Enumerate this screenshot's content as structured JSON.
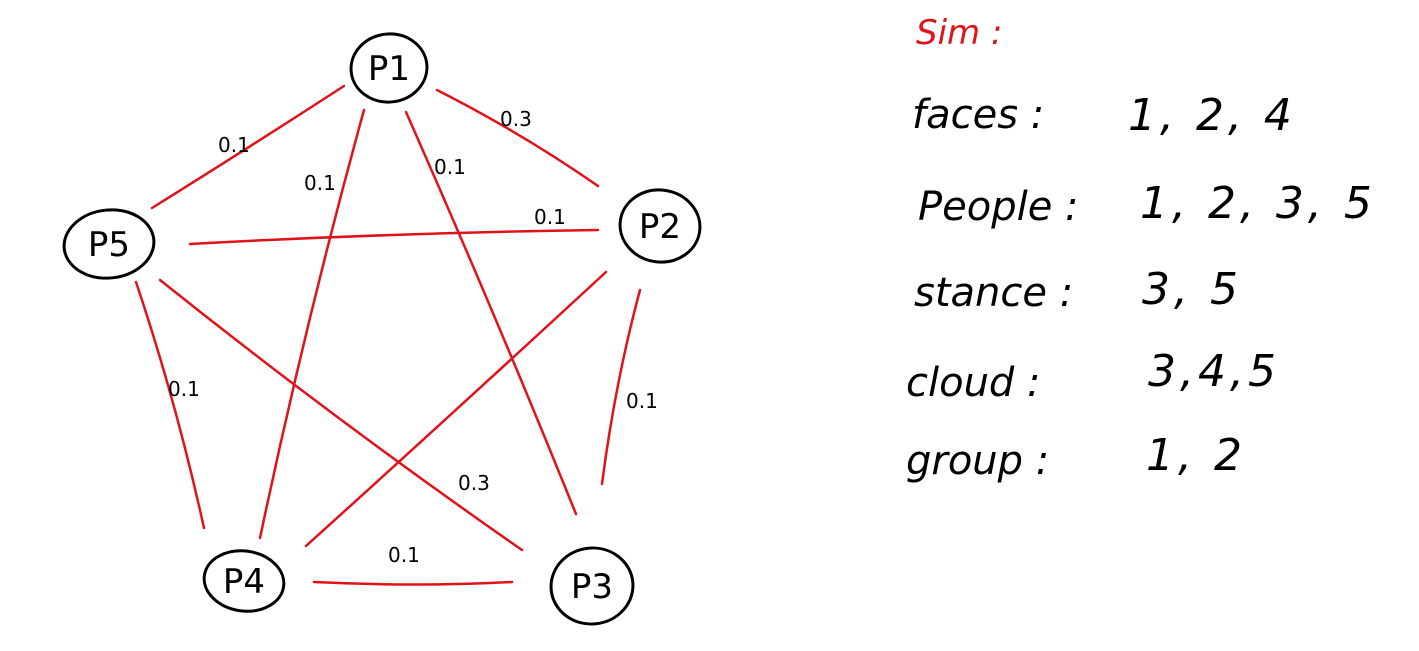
{
  "graph": {
    "nodes": [
      {
        "id": "P1",
        "label": "P1"
      },
      {
        "id": "P2",
        "label": "P2"
      },
      {
        "id": "P3",
        "label": "P3"
      },
      {
        "id": "P4",
        "label": "P4"
      },
      {
        "id": "P5",
        "label": "P5"
      }
    ],
    "edges": [
      {
        "from": "P1",
        "to": "P5",
        "label": "0.1"
      },
      {
        "from": "P1",
        "to": "P2",
        "label": "0.3"
      },
      {
        "from": "P1",
        "to": "P4",
        "label": "0.1"
      },
      {
        "from": "P1",
        "to": "P3",
        "label": "0.1"
      },
      {
        "from": "P5",
        "to": "P2",
        "label": "0.1"
      },
      {
        "from": "P5",
        "to": "P4",
        "label": "0.1"
      },
      {
        "from": "P5",
        "to": "P3",
        "label": "0.3"
      },
      {
        "from": "P2",
        "to": "P4",
        "label": ""
      },
      {
        "from": "P2",
        "to": "P3",
        "label": "0.1"
      },
      {
        "from": "P4",
        "to": "P3",
        "label": "0.1"
      }
    ],
    "edge_color": "#e0121a",
    "node_stroke": "#000000"
  },
  "sim": {
    "title": "Sim :",
    "title_color": "#e0121a",
    "rows": [
      {
        "key": "faces :",
        "value": "1, 2, 4"
      },
      {
        "key": "People :",
        "value": "1, 2, 3, 5"
      },
      {
        "key": "stance :",
        "value": "3, 5"
      },
      {
        "key": "cloud :",
        "value": "3,4,5"
      },
      {
        "key": "group :",
        "value": "1, 2"
      }
    ]
  }
}
